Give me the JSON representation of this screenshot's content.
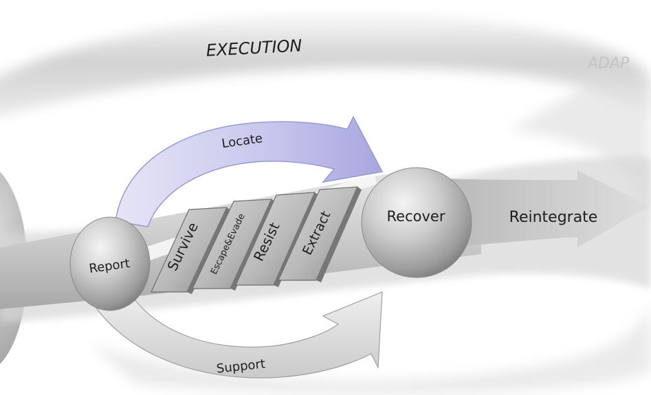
{
  "outer_loop": {
    "label": "EXECUTION",
    "faded_label": "ADAP"
  },
  "arrows": {
    "top": "Locate",
    "bottom": "Support"
  },
  "nodes": {
    "left": "Report",
    "right": "Recover"
  },
  "tiles": [
    "Survive",
    "Escape&Evade",
    "Resist",
    "Extract"
  ],
  "output": "Reintegrate",
  "colors": {
    "locate_fill": "#c4c3ea",
    "locate_edge": "#9a98d2",
    "band_light": "#f3f3f3",
    "band_dark": "#a9a9a9",
    "sphere_mid": "#b7b7b7",
    "text": "#1e1e1e"
  }
}
